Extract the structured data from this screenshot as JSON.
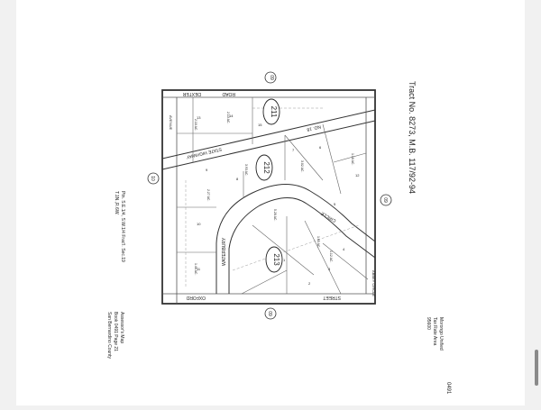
{
  "map": {
    "tract_title": "Tract No. 8273, M.B. 117/92-94",
    "book_code": "0491",
    "school_district": "Morongo Unified",
    "tax_rate_area": "Tax Rate Area",
    "tra_number": "95600",
    "legal_desc_1": "Ptn. S.E.1/4, S.W.1/4 Frac'l. Sec.19",
    "legal_desc_2": "T.1N.,R.6W.",
    "assessor_title": "Assessor's Map",
    "book_page": "Book 0491 Page 21",
    "county": "San Bernardino County",
    "section_top": "09",
    "section_left": "10",
    "section_right": "09",
    "section_bottom": "09",
    "parcels": [
      "211",
      "212",
      "213"
    ],
    "streets": {
      "dexter": "DEXTER",
      "road": "ROAD",
      "state_highway": "STATE HIGHWAY",
      "highway_no": "NO. 18",
      "oxford": "OXFORD",
      "street": "STREET",
      "waterbury": "WATERBURY",
      "circle": "CIRCLE",
      "abbey": "ABBEY CIRCLE",
      "avenue": "AVENUE",
      "blvd": "BLVD."
    },
    "lot_numbers": [
      "13",
      "14",
      "15",
      "1",
      "2",
      "3",
      "4",
      "5",
      "6",
      "7",
      "8",
      "9",
      "10",
      "11",
      "12"
    ],
    "acreages": [
      "2.10 AC.",
      "2.13 AC.",
      "3.93 AC.",
      "5.28 AC.",
      "1.65 AC.",
      "3.02 AC.",
      "2.27 AC.",
      "1.46 AC.",
      "1.12 AC.",
      "1.18 AC."
    ]
  }
}
